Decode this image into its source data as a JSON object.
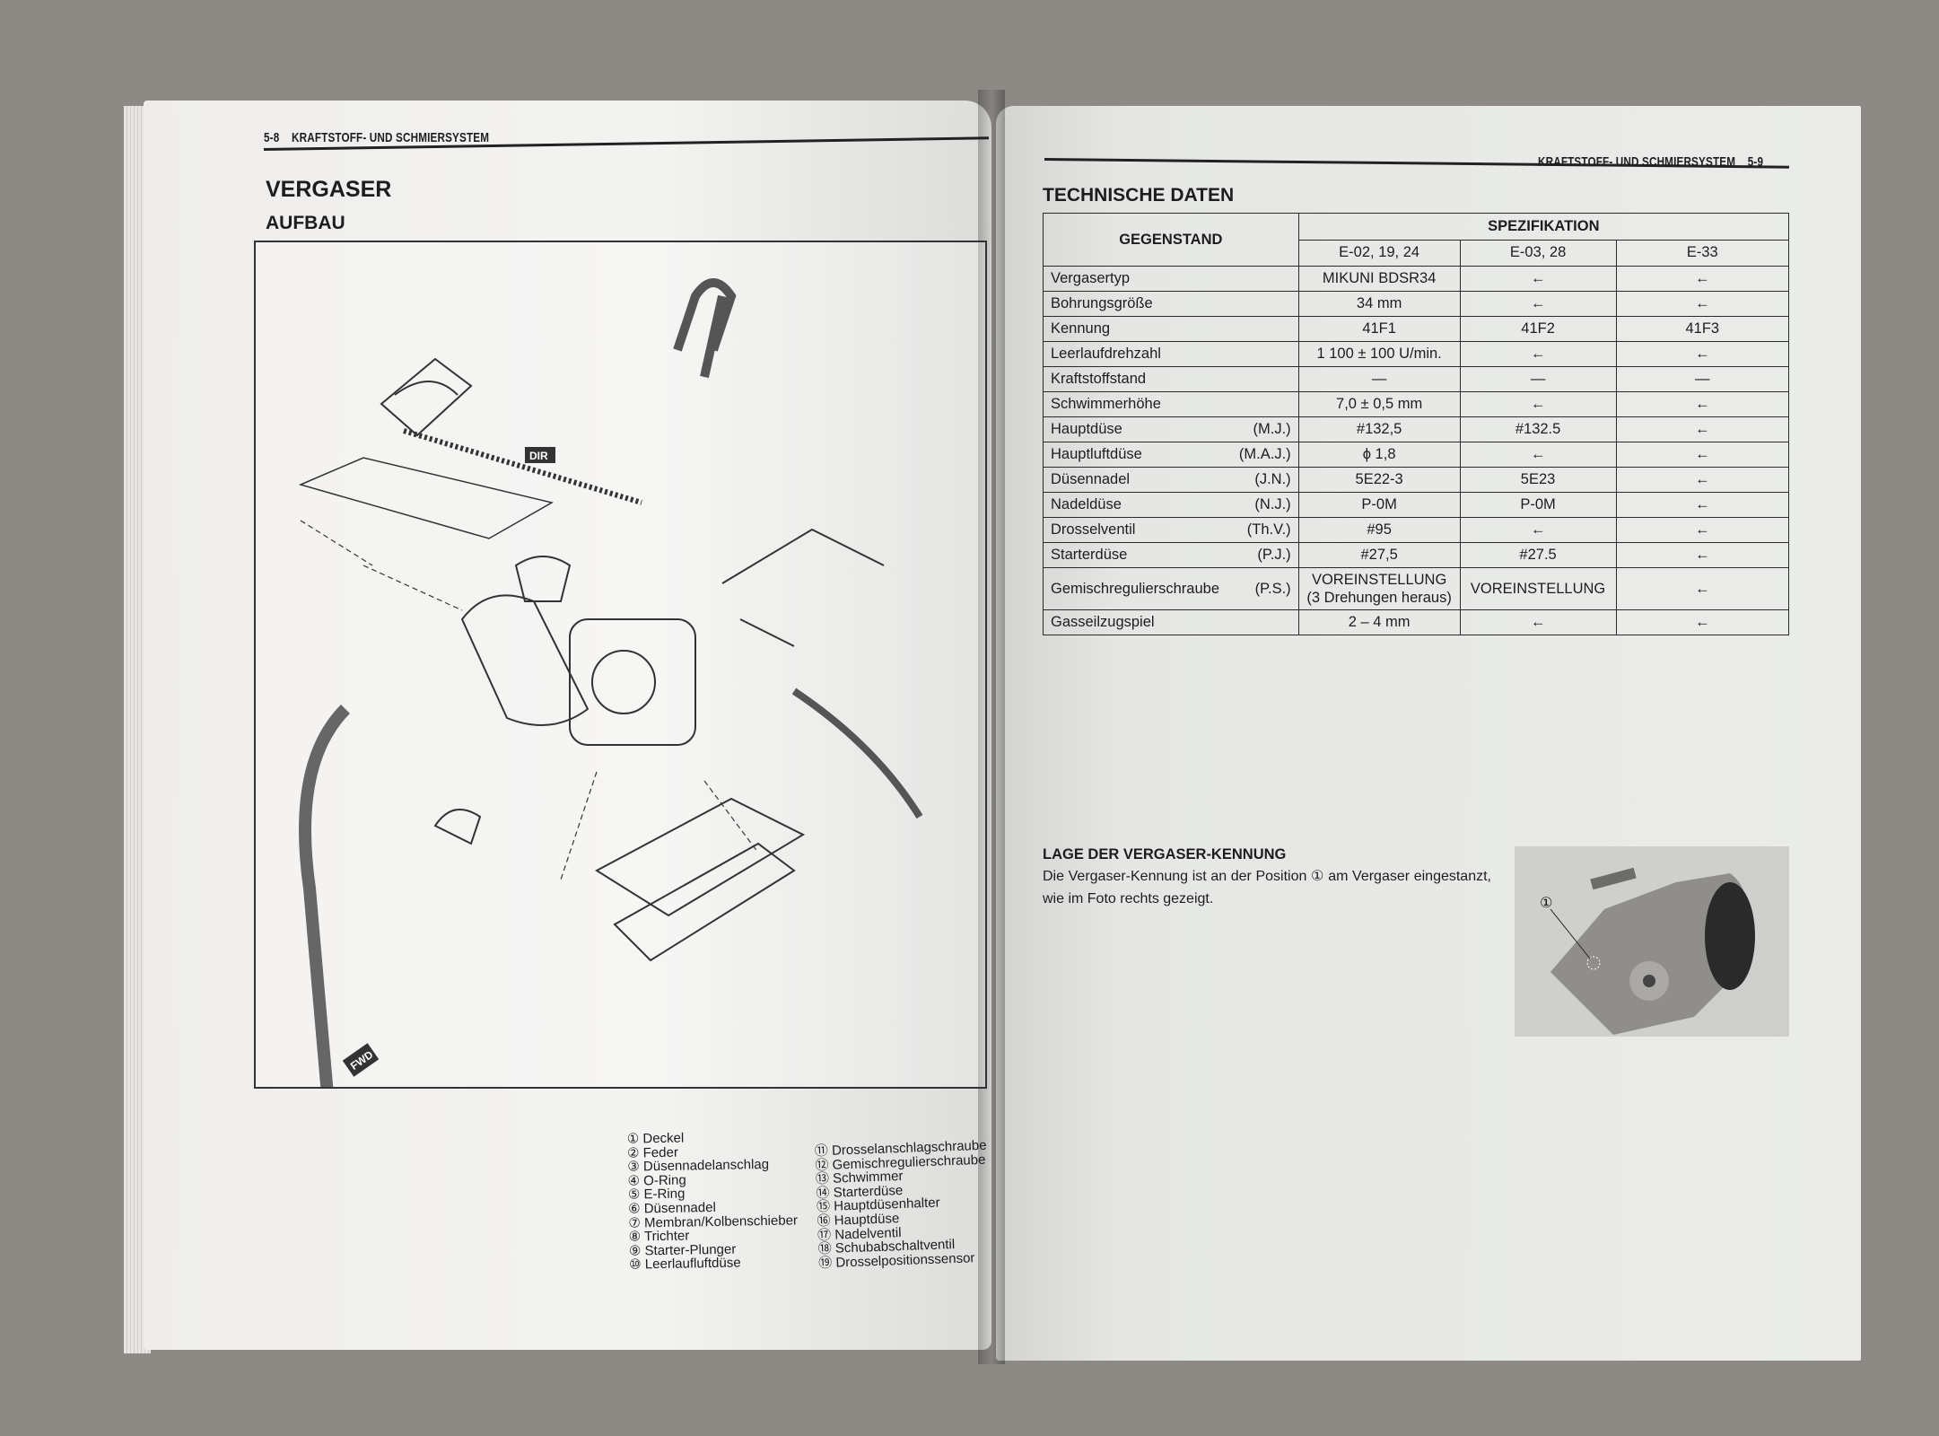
{
  "left_page": {
    "page_number": "5-8",
    "section_header": "KRAFTSTOFF- UND SCHMIERSYSTEM",
    "title": "VERGASER",
    "subtitle": "AUFBAU",
    "diagram_labels": [
      "FWD",
      "DIR"
    ],
    "legend": [
      {
        "num": "①",
        "label": "Deckel"
      },
      {
        "num": "②",
        "label": "Feder"
      },
      {
        "num": "③",
        "label": "Düsennadelanschlag"
      },
      {
        "num": "④",
        "label": "O-Ring"
      },
      {
        "num": "⑤",
        "label": "E-Ring"
      },
      {
        "num": "⑥",
        "label": "Düsennadel"
      },
      {
        "num": "⑦",
        "label": "Membran/Kolbenschieber"
      },
      {
        "num": "⑧",
        "label": "Trichter"
      },
      {
        "num": "⑨",
        "label": "Starter-Plunger"
      },
      {
        "num": "⑩",
        "label": "Leerlaufluftdüse"
      },
      {
        "num": "⑪",
        "label": "Drosselanschlagschraube"
      },
      {
        "num": "⑫",
        "label": "Gemischregulierschraube"
      },
      {
        "num": "⑬",
        "label": "Schwimmer"
      },
      {
        "num": "⑭",
        "label": "Starterdüse"
      },
      {
        "num": "⑮",
        "label": "Hauptdüsenhalter"
      },
      {
        "num": "⑯",
        "label": "Hauptdüse"
      },
      {
        "num": "⑰",
        "label": "Nadelventil"
      },
      {
        "num": "⑱",
        "label": "Schubabschaltventil"
      },
      {
        "num": "⑲",
        "label": "Drosselpositionssensor"
      }
    ]
  },
  "right_page": {
    "section_header": "KRAFTSTOFF- UND SCHMIERSYSTEM",
    "page_number": "5-9",
    "title": "TECHNISCHE DATEN",
    "table": {
      "col_item": "GEGENSTAND",
      "col_spec": "SPEZIFIKATION",
      "spec_columns": [
        "E-02, 19, 24",
        "E-03, 28",
        "E-33"
      ],
      "rows": [
        {
          "item": "Vergasertyp",
          "abbr": "",
          "values": [
            "MIKUNI BDSR34",
            "←",
            "←"
          ]
        },
        {
          "item": "Bohrungsgröße",
          "abbr": "",
          "values": [
            "34 mm",
            "←",
            "←"
          ]
        },
        {
          "item": "Kennung",
          "abbr": "",
          "values": [
            "41F1",
            "41F2",
            "41F3"
          ]
        },
        {
          "item": "Leerlaufdrehzahl",
          "abbr": "",
          "values": [
            "1 100 ± 100 U/min.",
            "←",
            "←"
          ]
        },
        {
          "item": "Kraftstoffstand",
          "abbr": "",
          "values": [
            "—",
            "—",
            "—"
          ]
        },
        {
          "item": "Schwimmerhöhe",
          "abbr": "",
          "values": [
            "7,0 ± 0,5 mm",
            "←",
            "←"
          ]
        },
        {
          "item": "Hauptdüse",
          "abbr": "(M.J.)",
          "values": [
            "#132,5",
            "#132.5",
            "←"
          ]
        },
        {
          "item": "Hauptluftdüse",
          "abbr": "(M.A.J.)",
          "values": [
            "ϕ 1,8",
            "←",
            "←"
          ]
        },
        {
          "item": "Düsennadel",
          "abbr": "(J.N.)",
          "values": [
            "5E22-3",
            "5E23",
            "←"
          ]
        },
        {
          "item": "Nadeldüse",
          "abbr": "(N.J.)",
          "values": [
            "P-0M",
            "P-0M",
            "←"
          ]
        },
        {
          "item": "Drosselventil",
          "abbr": "(Th.V.)",
          "values": [
            "#95",
            "←",
            "←"
          ]
        },
        {
          "item": "Starterdüse",
          "abbr": "(P.J.)",
          "values": [
            "#27,5",
            "#27.5",
            "←"
          ]
        },
        {
          "item": "Gemischregulierschraube",
          "abbr": "(P.S.)",
          "values": [
            "VOREINSTELLUNG",
            "VOREINSTELLUNG",
            "←"
          ],
          "note": "(3 Drehungen heraus)"
        },
        {
          "item": "Gasseilzugspiel",
          "abbr": "",
          "values": [
            "2 – 4 mm",
            "←",
            "←"
          ]
        }
      ]
    },
    "location": {
      "heading": "LAGE DER VERGASER-KENNUNG",
      "text": "Die Vergaser-Kennung ist an der Position ① am Vergaser eingestanzt, wie im Foto rechts gezeigt.",
      "photo_callout": "①"
    }
  }
}
